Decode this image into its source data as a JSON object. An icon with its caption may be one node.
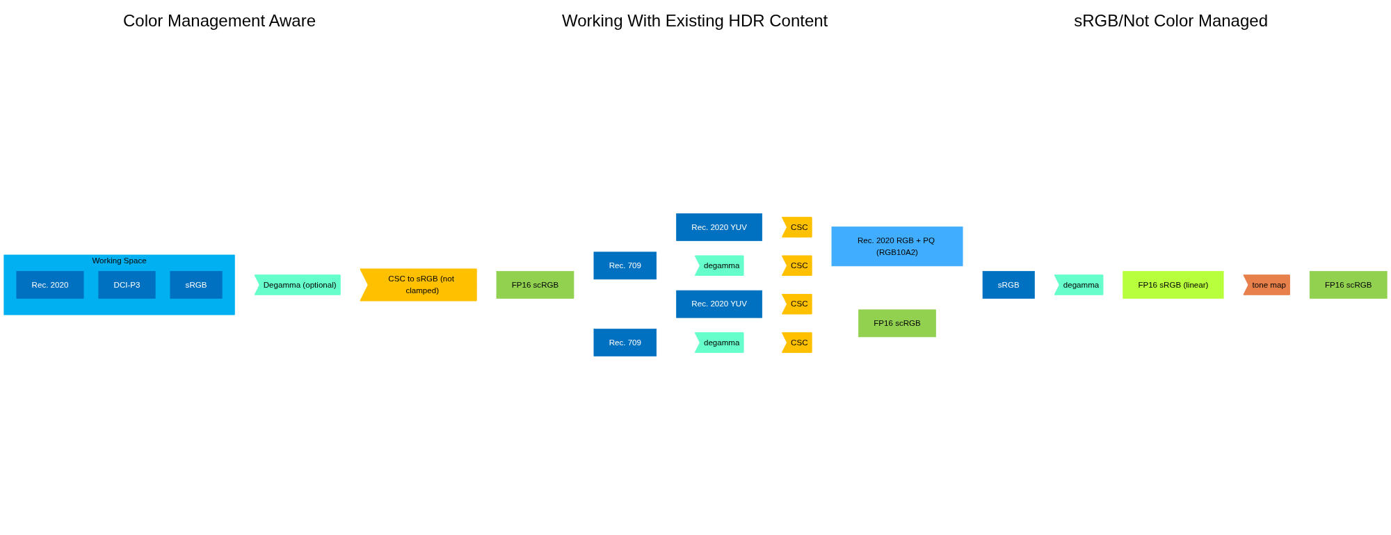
{
  "diagram": {
    "nodes": [
      {
        "text": [
          "Working Space"
        ]
      },
      {
        "text": [
          "Rec. 2020"
        ],
        "in": 0
      },
      {
        "text": [
          "DCI-P3"
        ],
        "in": 0
      },
      {
        "text": [
          "sRGB"
        ],
        "in": 0
      },
      {
        "text": [
          "Degamma (optional)"
        ]
      },
      {
        "text": [
          "CSC to sRGB (not clamped)"
        ]
      },
      {
        "text": [
          "FP16 scRGB"
        ]
      },
      {
        "text": [
          "Rec. 2020 YUV"
        ]
      },
      {
        "text": [
          "CSC"
        ]
      },
      {
        "text": [
          "Rec. 709"
        ]
      },
      {
        "text": [
          "degamma"
        ]
      },
      {
        "text": [
          "CSC"
        ]
      },
      {
        "text": [
          "Rec. 2020 RGB + PQ (RGB10A2)"
        ]
      },
      {
        "text": [
          "Rec. 2020 YUV"
        ]
      },
      {
        "text": [
          "CSC"
        ]
      },
      {
        "text": [
          "Rec. 709"
        ]
      },
      {
        "text": [
          "degamma"
        ]
      },
      {
        "text": [
          "CSC"
        ]
      },
      {
        "text": [
          "FP16 scRGB"
        ]
      },
      {
        "text": [
          "sRGB"
        ]
      },
      {
        "text": [
          "degamma"
        ]
      },
      {
        "text": [
          "FP16 sRGB (linear)"
        ]
      },
      {
        "text": [
          "tone map"
        ]
      },
      {
        "text": [
          "FP16 scRGB"
        ]
      }
    ],
    "edges": [],
    "labels": [
      "Color Management Aware",
      "Working With Existing HDR Content",
      "sRGB/Not Color Managed"
    ]
  }
}
